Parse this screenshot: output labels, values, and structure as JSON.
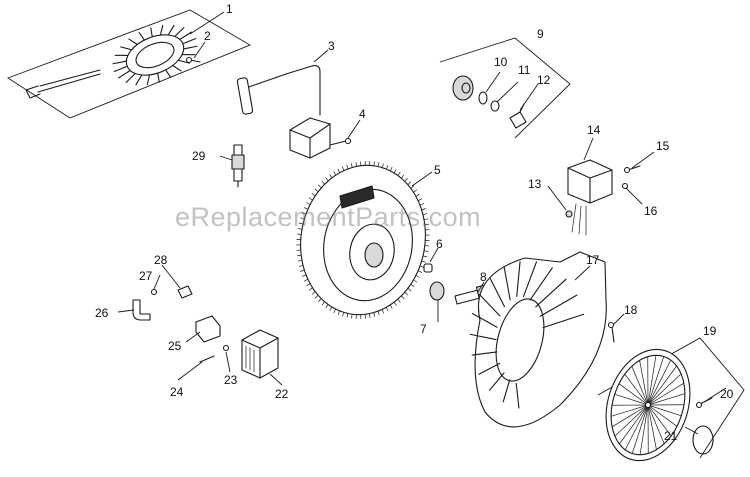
{
  "watermark": "eReplacementParts.com",
  "callouts": [
    "1",
    "2",
    "3",
    "4",
    "5",
    "6",
    "7",
    "8",
    "9",
    "10",
    "11",
    "12",
    "13",
    "14",
    "15",
    "16",
    "17",
    "18",
    "19",
    "20",
    "21",
    "22",
    "23",
    "24",
    "25",
    "26",
    "27",
    "28",
    "29"
  ]
}
